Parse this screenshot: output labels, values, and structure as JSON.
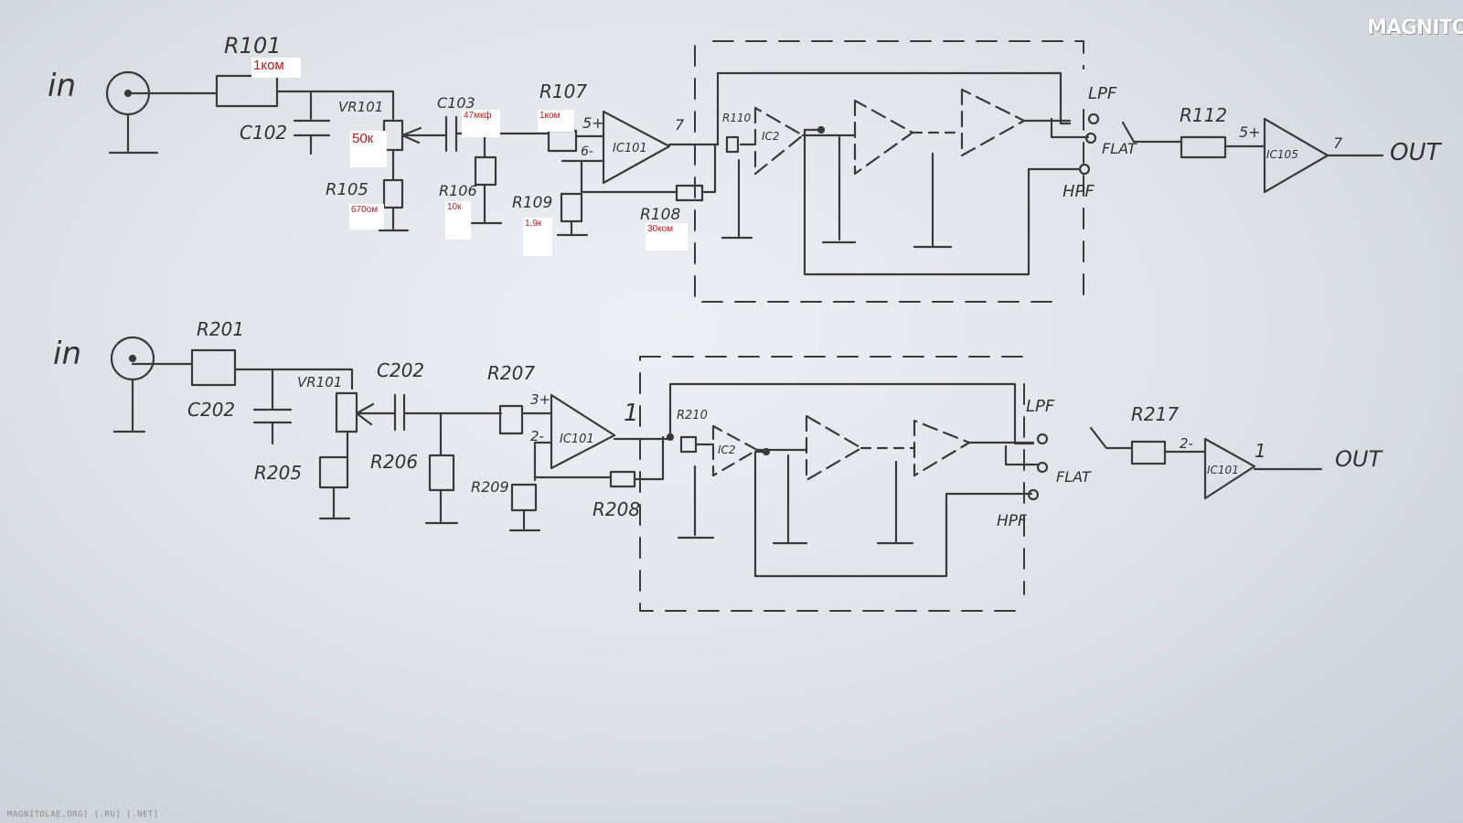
{
  "annotations": {
    "r101_value": "1ком",
    "vr101_value": "50к",
    "c103_value": "47мкф",
    "r107_value": "1ком",
    "r105_value": "670ом",
    "r106_value": "10к",
    "r109_value": "1,9к",
    "r108_value": "30ком"
  },
  "logo": {
    "text": "MAGNITOLA",
    "accent_color": "#c0181b"
  },
  "watermark": "MAGNITOLAE.ORG] [.RU] [.NET]",
  "channel1": {
    "input_label": "in",
    "labels": [
      "R101",
      "C102",
      "VR101",
      "C103",
      "R107",
      "IC101",
      "R105",
      "R106",
      "R109",
      "R108",
      "R110",
      "IC2",
      "R112",
      "IC105"
    ],
    "pins": {
      "ic101_plus": "5+",
      "ic101_minus": "6-",
      "ic101_out": "7",
      "ic105_plus": "5+",
      "ic105_out": "7"
    },
    "switch": [
      "LPF",
      "FLAT",
      "HPF"
    ],
    "output_label": "OUT"
  },
  "channel2": {
    "input_label": "in",
    "labels": [
      "R201",
      "C202",
      "VR101",
      "C202",
      "R207",
      "IC101",
      "R205",
      "R206",
      "R209",
      "R208",
      "R210",
      "IC2",
      "R217",
      "IC101"
    ],
    "pins": {
      "ic101_plus": "3+",
      "ic101_minus": "2-",
      "ic101_out": "1",
      "ic_out_minus": "2-",
      "ic_out_out": "1"
    },
    "switch": [
      "LPF",
      "FLAT",
      "HPF"
    ],
    "output_label": "OUT"
  }
}
